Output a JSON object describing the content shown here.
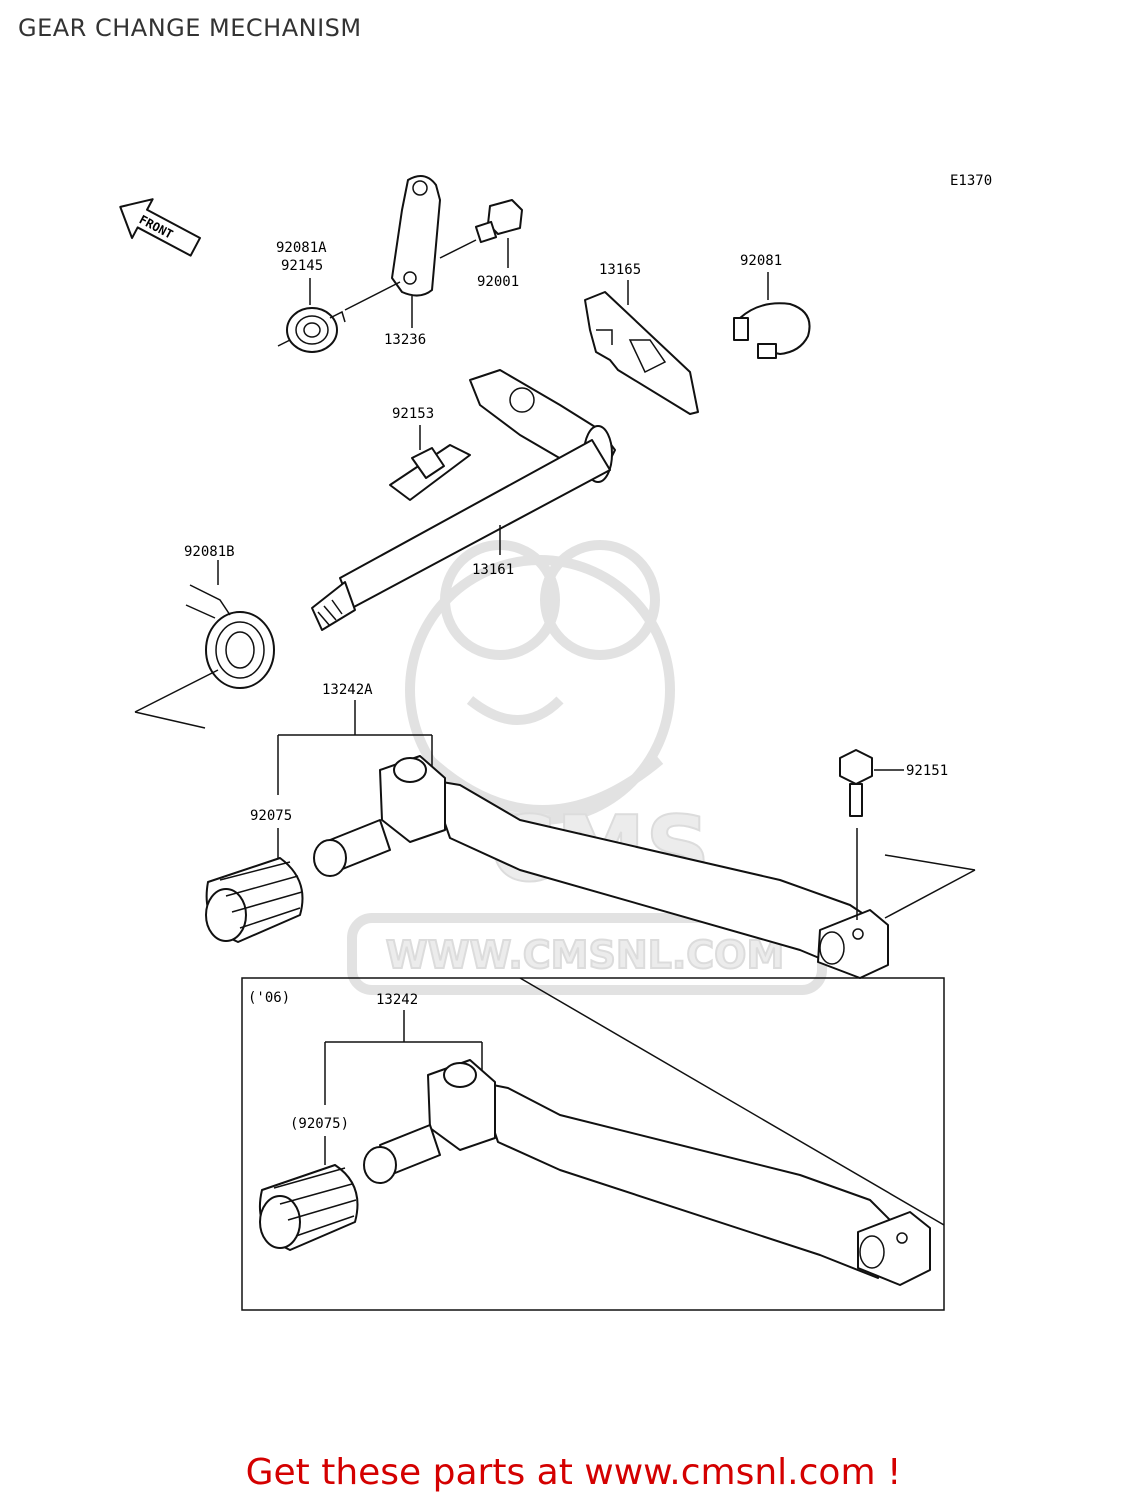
{
  "page": {
    "title": "GEAR CHANGE MECHANISM",
    "footer": "Get these parts at www.cmsnl.com !"
  },
  "diagram": {
    "code": "E1370",
    "front_label": "FRONT",
    "inset_label": "('06)",
    "watermark": {
      "logo": "CMS",
      "url": "WWW.CMSNL.COM"
    },
    "parts": [
      {
        "number": "92081A"
      },
      {
        "number": "92145"
      },
      {
        "number": "13236"
      },
      {
        "number": "92001"
      },
      {
        "number": "13165"
      },
      {
        "number": "92081"
      },
      {
        "number": "92153"
      },
      {
        "number": "13161"
      },
      {
        "number": "92081B"
      },
      {
        "number": "13242A"
      },
      {
        "number": "92075"
      },
      {
        "number": "92151"
      },
      {
        "number": "13242"
      },
      {
        "number": "(92075)"
      }
    ]
  },
  "colors": {
    "footer_text": "#d40000",
    "watermark": "#e2e2e2"
  }
}
